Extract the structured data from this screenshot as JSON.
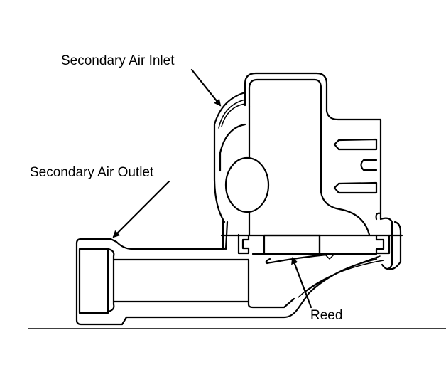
{
  "diagram": {
    "labels": {
      "inlet": "Secondary Air Inlet",
      "outlet": "Secondary Air Outlet",
      "reed": "Reed"
    },
    "colors": {
      "line": "#000000",
      "background": "#ffffff"
    }
  }
}
